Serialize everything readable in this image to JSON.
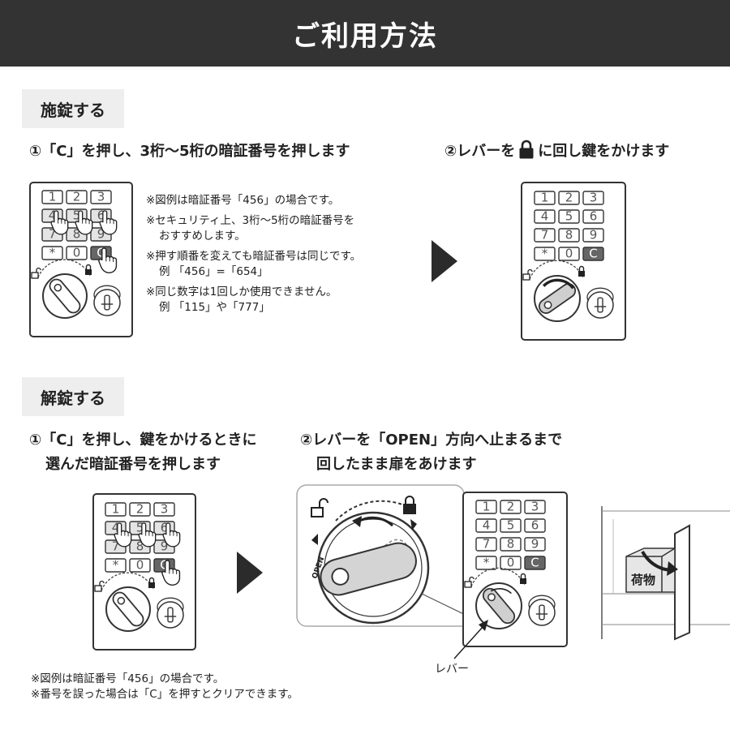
{
  "header": {
    "title": "ご利用方法"
  },
  "lock_section": {
    "label": "施錠する",
    "step1": "①「C」を押し、3桁～5桁の暗証番号を押します",
    "step2_before": "②レバーを",
    "step2_after": "に回し鍵をかけます",
    "notes": [
      "※図例は暗証番号「456」の場合です。",
      "※セキュリティ上、3桁～5桁の暗証番号を",
      "おすすめします。",
      "※押す順番を変えても暗証番号は同じです。",
      "例 「456」=「654」",
      "※同じ数字は1回しか使用できません。",
      "例 「115」や「777」"
    ]
  },
  "unlock_section": {
    "label": "解錠する",
    "step1_line1": "①「C」を押し、鍵をかけるときに",
    "step1_line2": "選んだ暗証番号を押します",
    "step2_line1": "②レバーを「OPEN」方向へ止まるまで",
    "step2_line2": "回したまま扉をあけます",
    "lever_label": "レバー",
    "box_label": "荷物",
    "open_label": "OPEN",
    "notes": [
      "※図例は暗証番号「456」の場合です。",
      "※番号を誤った場合は「C」を押すとクリアできます。"
    ]
  },
  "keypad": {
    "keys": [
      "1",
      "2",
      "3",
      "4",
      "5",
      "6",
      "7",
      "8",
      "9",
      "*",
      "0",
      "C"
    ]
  },
  "colors": {
    "header_bg": "#333333",
    "label_bg": "#eeeeee",
    "arrow": "#2b2b2b"
  }
}
